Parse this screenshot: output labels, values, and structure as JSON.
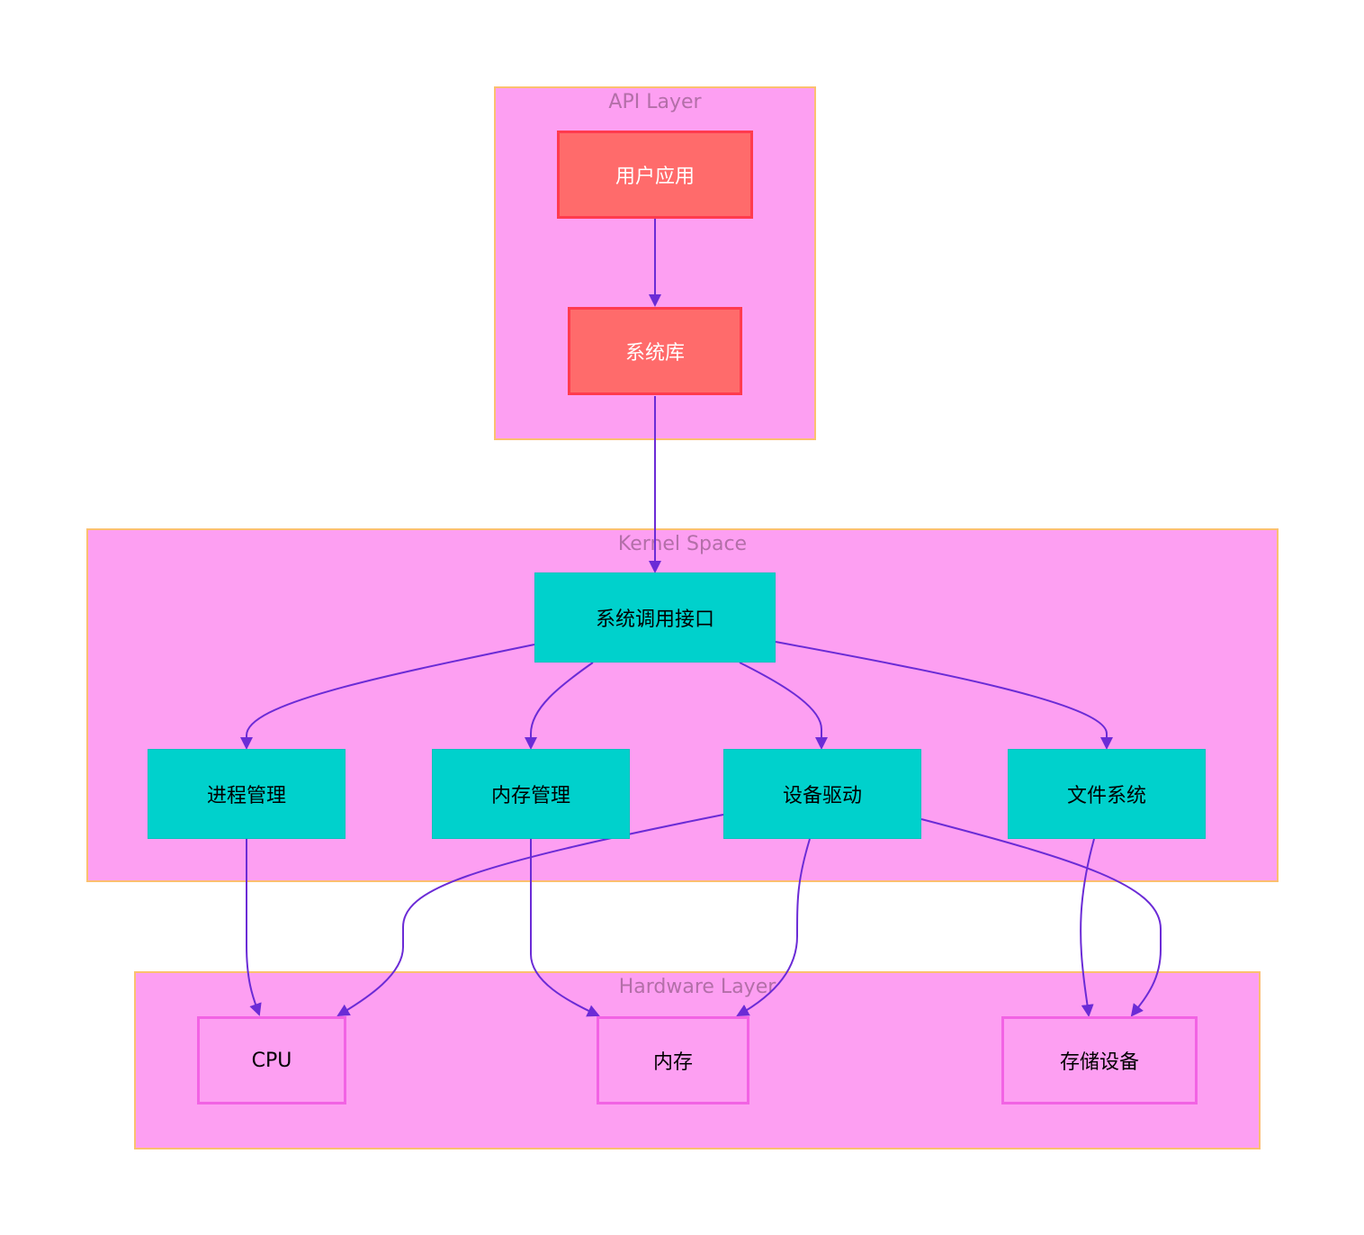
{
  "clusters": {
    "api": {
      "title": "API Layer"
    },
    "kernel": {
      "title": "Kernel Space"
    },
    "hardware": {
      "title": "Hardware Layer"
    }
  },
  "nodes": {
    "user_app": "用户应用",
    "sys_lib": "系统库",
    "syscall": "系统调用接口",
    "process": "进程管理",
    "memory_mgmt": "内存管理",
    "driver": "设备驱动",
    "filesystem": "文件系统",
    "cpu": "CPU",
    "memory": "内存",
    "storage": "存储设备"
  },
  "edges": [
    {
      "from": "user_app",
      "to": "sys_lib"
    },
    {
      "from": "sys_lib",
      "to": "syscall"
    },
    {
      "from": "syscall",
      "to": "process"
    },
    {
      "from": "syscall",
      "to": "memory_mgmt"
    },
    {
      "from": "syscall",
      "to": "driver"
    },
    {
      "from": "syscall",
      "to": "filesystem"
    },
    {
      "from": "process",
      "to": "cpu"
    },
    {
      "from": "memory_mgmt",
      "to": "memory"
    },
    {
      "from": "driver",
      "to": "cpu"
    },
    {
      "from": "driver",
      "to": "memory"
    },
    {
      "from": "driver",
      "to": "storage"
    },
    {
      "from": "filesystem",
      "to": "storage"
    }
  ],
  "colors": {
    "cluster_fill": "#fd9ff2",
    "cluster_border": "#fbc070",
    "api_node_fill": "#ff6b6b",
    "api_node_border": "#ff3b4e",
    "kernel_node_fill": "#00d1cc",
    "hardware_node_border": "#f263e4",
    "edge": "#6b2bd6"
  }
}
